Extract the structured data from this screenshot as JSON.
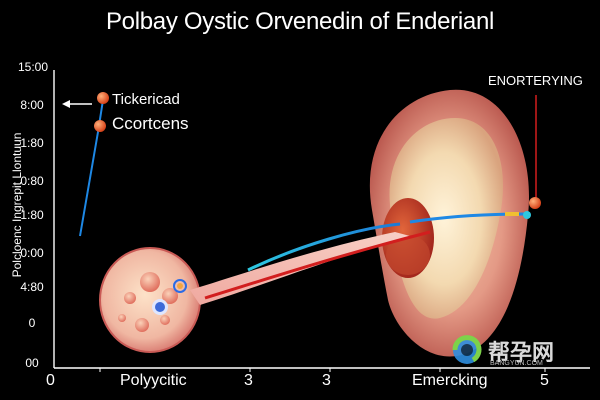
{
  "title": "Polbay Oystic Orvenedin of Enderianl",
  "y_axis": {
    "label": "Polcloenc Ingrepit Llontuun",
    "ticks": [
      "15:00",
      "8:00",
      "1:80",
      "0:80",
      "1:80",
      "0:00",
      "4:80",
      "0",
      "00"
    ]
  },
  "x_axis": {
    "ticks": [
      "0",
      "Polyycitic",
      "3",
      "3",
      "Emercking",
      "5"
    ]
  },
  "legend": {
    "item_1": "Tickericad",
    "item_2": "Ccortcens"
  },
  "annotation": "ENORTERYING",
  "watermark": {
    "text": "帮孕网",
    "sub": "BANGYUN.COM"
  },
  "colors": {
    "background": "#000000",
    "accent_orange": "#e85a2a",
    "accent_blue": "#1e88e5",
    "accent_cyan": "#2ec8e0",
    "tissue_pink": "#e8a090",
    "red_line": "#d21e1e"
  }
}
